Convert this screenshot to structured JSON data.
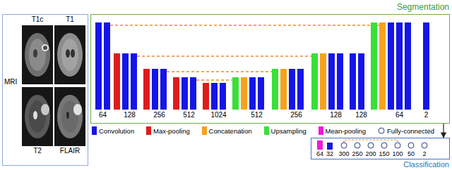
{
  "diagram": {
    "nodes": [
      {
        "text": [
          "MRI"
        ]
      },
      {
        "text": [
          "T1c"
        ],
        "in": 0
      },
      {
        "text": [
          "T1"
        ],
        "in": 0
      },
      {
        "text": [
          "T2"
        ],
        "in": 0
      },
      {
        "text": [
          "FLAIR"
        ],
        "in": 0
      },
      {
        "text": [
          "Segmentation"
        ]
      },
      {
        "text": [
          "Classification"
        ]
      }
    ],
    "edges": [
      {
        "from": 5,
        "to": 6,
        "arrow": "to"
      }
    ],
    "labels": [
      "64",
      "128",
      "256",
      "512",
      "1024",
      "512",
      "256",
      "128",
      "128",
      "64",
      "2",
      "64",
      "32",
      "300",
      "250",
      "200",
      "150",
      "100",
      "50",
      "2"
    ],
    "legend": [
      {
        "text": "Convolution",
        "color": "#1515e8"
      },
      {
        "text": "Max-pooling",
        "color": "#e01b1b"
      },
      {
        "text": "Concatenation",
        "color": "#f7a21b"
      },
      {
        "text": "Upsampling",
        "color": "#38e038"
      },
      {
        "text": "Mean-pooling",
        "color": "#f018d8"
      },
      {
        "text": "Fully-connected"
      }
    ]
  }
}
